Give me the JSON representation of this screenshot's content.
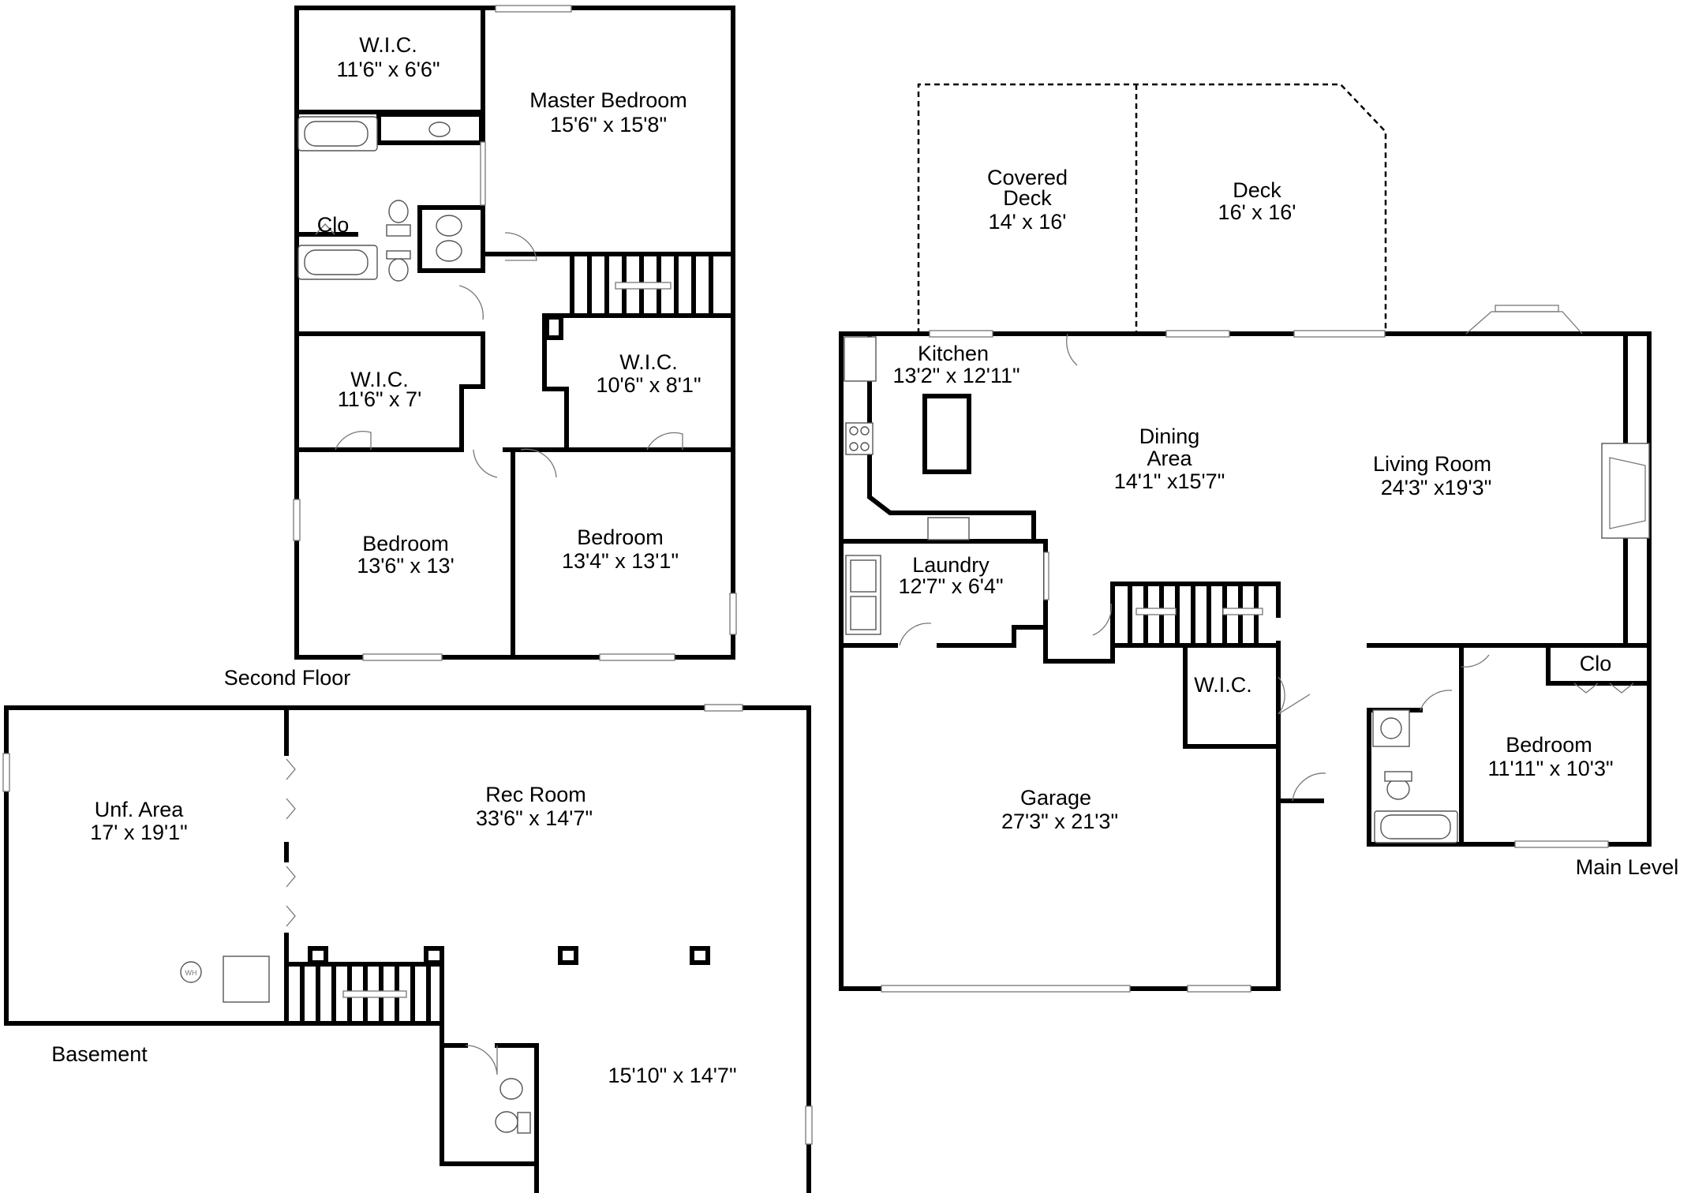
{
  "floors": {
    "second_floor": "Second Floor",
    "main_level": "Main Level",
    "basement": "Basement"
  },
  "rooms": {
    "second_wic_master": {
      "name": "W.I.C.",
      "dims": "11'6\" x 6'6\""
    },
    "master_bedroom": {
      "name": "Master Bedroom",
      "dims": "15'6\" x 15'8\""
    },
    "second_clo": {
      "name": "Clo"
    },
    "second_wic_left": {
      "name": "W.I.C.",
      "dims": "11'6\" x 7'"
    },
    "second_wic_right": {
      "name": "W.I.C.",
      "dims": "10'6\" x 8'1\""
    },
    "second_bedroom_left": {
      "name": "Bedroom",
      "dims": "13'6\" x 13'"
    },
    "second_bedroom_right": {
      "name": "Bedroom",
      "dims": "13'4\" x 13'1\""
    },
    "covered_deck": {
      "line1": "Covered",
      "line2": "Deck",
      "dims": "14' x 16'"
    },
    "deck": {
      "name": "Deck",
      "dims": "16' x 16'"
    },
    "kitchen": {
      "name": "Kitchen",
      "dims": "13'2\" x 12'11\""
    },
    "dining_area": {
      "line1": "Dining",
      "line2": "Area",
      "dims": "14'1\" x15'7\""
    },
    "living_room": {
      "name": "Living Room",
      "dims": "24'3\" x19'3\""
    },
    "laundry": {
      "name": "Laundry",
      "dims": "12'7\" x 6'4\""
    },
    "main_wic": {
      "name": "W.I.C."
    },
    "garage": {
      "name": "Garage",
      "dims": "27'3\" x 21'3\""
    },
    "main_clo": {
      "name": "Clo"
    },
    "main_bedroom": {
      "name": "Bedroom",
      "dims": "11'11\" x 10'3\""
    },
    "unf_area": {
      "name": "Unf. Area",
      "dims": "17' x 19'1\""
    },
    "rec_room": {
      "name": "Rec Room",
      "dims": "33'6\" x 14'7\""
    },
    "rec_room_extension": {
      "dims": "15'10\" x 14'7\""
    }
  },
  "symbols": {
    "water_heater": "WH"
  }
}
